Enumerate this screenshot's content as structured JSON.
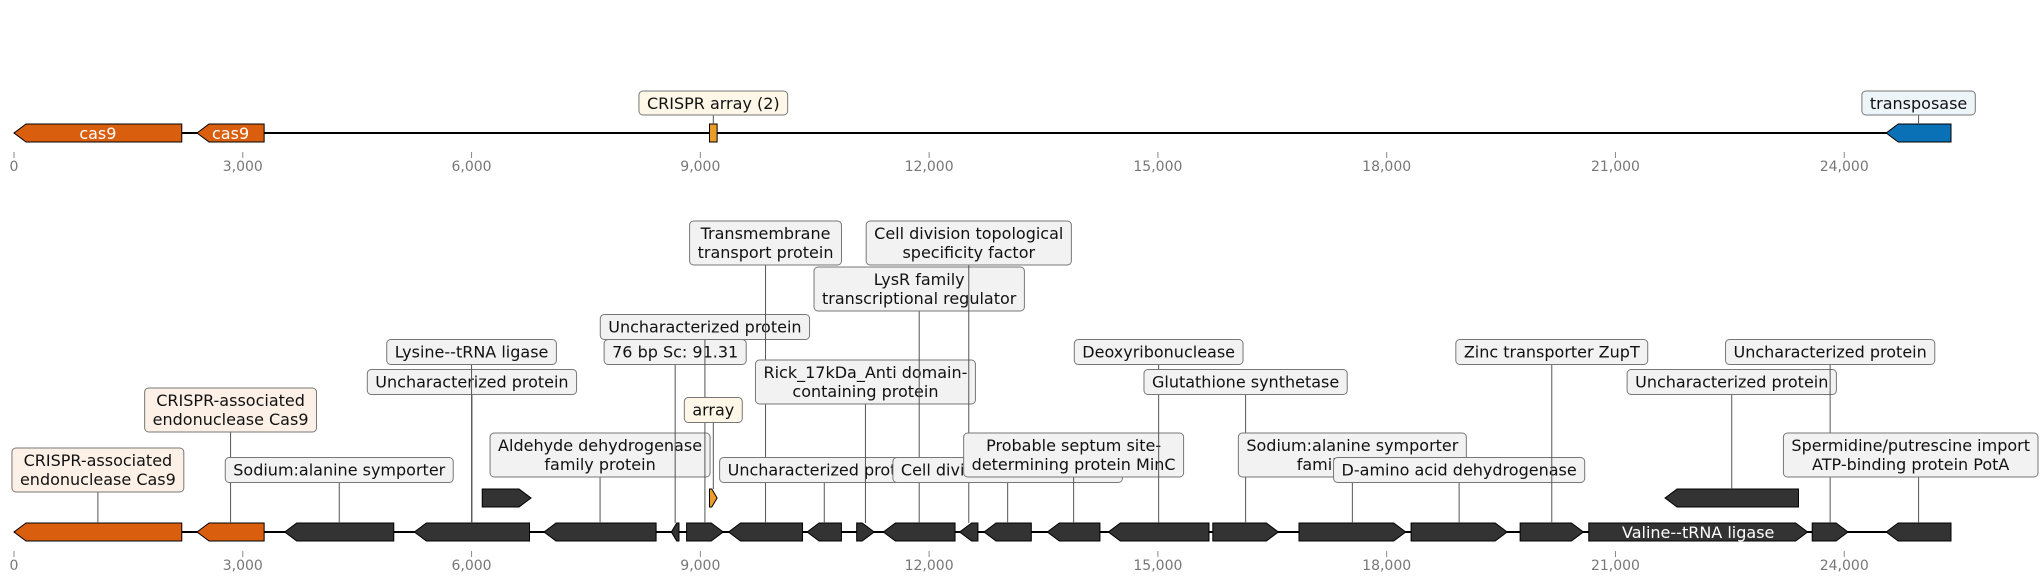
{
  "chart_data": {
    "type": "diagram",
    "colors": {
      "cas9": "#d95f0e",
      "crispr": "#ec9d27",
      "transposase": "#0b71b7",
      "gene": "#333333",
      "backbone": "#000000",
      "label_box_default": "#f2f2f2",
      "label_box_cas": "#fdf0e6",
      "label_box_crispr": "#fdf7e8",
      "label_box_transposase": "#eef5f9"
    },
    "tracks": [
      {
        "axis": {
          "min": 0,
          "max": 25400,
          "ticks": [
            "0",
            "3,000",
            "6,000",
            "9,000",
            "12,000",
            "15,000",
            "18,000",
            "21,000",
            "24,000"
          ],
          "tick_values": [
            0,
            3000,
            6000,
            9000,
            12000,
            15000,
            18000,
            21000,
            24000
          ]
        },
        "features": [
          {
            "start": 0,
            "end": 2200,
            "strand": -1,
            "type": "cas9",
            "inside_label": "cas9"
          },
          {
            "start": 2400,
            "end": 3280,
            "strand": -1,
            "type": "cas9",
            "inside_label": "cas9"
          },
          {
            "start": 9120,
            "end": 9220,
            "strand": 0,
            "type": "crispr",
            "label": "CRISPR array (2)",
            "box": "crispr"
          },
          {
            "start": 24550,
            "end": 25400,
            "strand": -1,
            "type": "transposase",
            "label": "transposase",
            "box": "transposase"
          }
        ]
      },
      {
        "axis": {
          "min": 0,
          "max": 25400,
          "ticks": [
            "0",
            "3,000",
            "6,000",
            "9,000",
            "12,000",
            "15,000",
            "18,000",
            "21,000",
            "24,000"
          ],
          "tick_values": [
            0,
            3000,
            6000,
            9000,
            12000,
            15000,
            18000,
            21000,
            24000
          ]
        },
        "features": [
          {
            "start": 0,
            "end": 2200,
            "strand": -1,
            "type": "cas9",
            "label": "CRISPR-associated\nendonuclease Cas9",
            "box": "cas",
            "level": 0
          },
          {
            "start": 2400,
            "end": 3280,
            "strand": -1,
            "type": "cas9",
            "label": "CRISPR-associated\nendonuclease Cas9",
            "box": "cas",
            "level": 2
          },
          {
            "start": 3550,
            "end": 4980,
            "strand": -1,
            "type": "gene",
            "label": "Sodium:alanine symporter",
            "level": 0
          },
          {
            "start": 5250,
            "end": 6760,
            "strand": -1,
            "type": "gene",
            "label": "Uncharacterized protein",
            "level": 3
          },
          {
            "start": 6140,
            "end": 6780,
            "strand": 1,
            "type": "gene",
            "row": 1
          },
          {
            "start": 6950,
            "end": 8420,
            "strand": -1,
            "type": "gene",
            "label": "Aldehyde dehydrogenase\nfamily protein",
            "level": 1
          },
          {
            "start": 8620,
            "end": 8720,
            "strand": -1,
            "type": "gene",
            "label": "76 bp Sc: 91.31",
            "level": 4
          },
          {
            "start": 8820,
            "end": 9300,
            "strand": 1,
            "type": "gene",
            "label": "Uncharacterized protein",
            "level": 5
          },
          {
            "start": 9120,
            "end": 9220,
            "strand": 1,
            "type": "crispr",
            "row": 1,
            "label": "array",
            "box": "crispr",
            "level": 2
          },
          {
            "start": 9370,
            "end": 10340,
            "strand": -1,
            "type": "gene",
            "label": "Transmembrane\ntransport protein",
            "level": 7
          },
          {
            "start": 10400,
            "end": 10850,
            "strand": -1,
            "type": "gene",
            "label": "Uncharacterized protein",
            "level": 0
          },
          {
            "start": 11050,
            "end": 11280,
            "strand": 1,
            "type": "gene",
            "label": "Rick_17kDa_Anti domain-\ncontaining protein",
            "level": 3
          },
          {
            "start": 11400,
            "end": 12340,
            "strand": -1,
            "type": "gene",
            "label": "LysR family\ntranscriptional regulator",
            "level": 6
          },
          {
            "start": 12400,
            "end": 12640,
            "strand": -1,
            "type": "gene",
            "label": "Cell division topological\nspecificity factor",
            "level": 7
          },
          {
            "start": 12720,
            "end": 13340,
            "strand": -1,
            "type": "gene",
            "label": "Cell division inhibitor MinD",
            "level": 0
          },
          {
            "start": 13550,
            "end": 14240,
            "strand": -1,
            "type": "gene",
            "label": "Probable septum site-\ndetermining protein MinC",
            "level": 1
          },
          {
            "start": 14350,
            "end": 15670,
            "strand": -1,
            "type": "gene",
            "label": "Deoxyribonuclease",
            "level": 4
          },
          {
            "start": 15720,
            "end": 16580,
            "strand": 1,
            "type": "gene",
            "label": "Glutathione synthetase",
            "level": 3
          },
          {
            "start": 16850,
            "end": 18250,
            "strand": 1,
            "type": "gene",
            "label": "Sodium:alanine symporter\nfamily protein",
            "level": 1
          },
          {
            "start": 18320,
            "end": 19580,
            "strand": 1,
            "type": "gene",
            "label": "D-amino acid dehydrogenase",
            "level": 0
          },
          {
            "start": 19750,
            "end": 20580,
            "strand": 1,
            "type": "gene",
            "label": "Zinc transporter ZupT",
            "level": 4
          },
          {
            "start": 20650,
            "end": 23520,
            "strand": 1,
            "type": "gene",
            "inside_label": "Valine--tRNA ligase"
          },
          {
            "start": 21650,
            "end": 23400,
            "strand": -1,
            "type": "gene",
            "row": 1,
            "label": "Uncharacterized protein",
            "level": 3
          },
          {
            "start": 23580,
            "end": 24050,
            "strand": 1,
            "type": "gene",
            "label": "Uncharacterized protein",
            "level": 4
          },
          {
            "start": 24550,
            "end": 25400,
            "strand": -1,
            "type": "gene",
            "label": "Spermidine/putrescine import\nATP-binding protein PotA",
            "level": 1
          }
        ],
        "extra_labels": [
          {
            "label": "Lysine--tRNA ligase",
            "at": 6000,
            "level": 4
          }
        ]
      }
    ]
  }
}
